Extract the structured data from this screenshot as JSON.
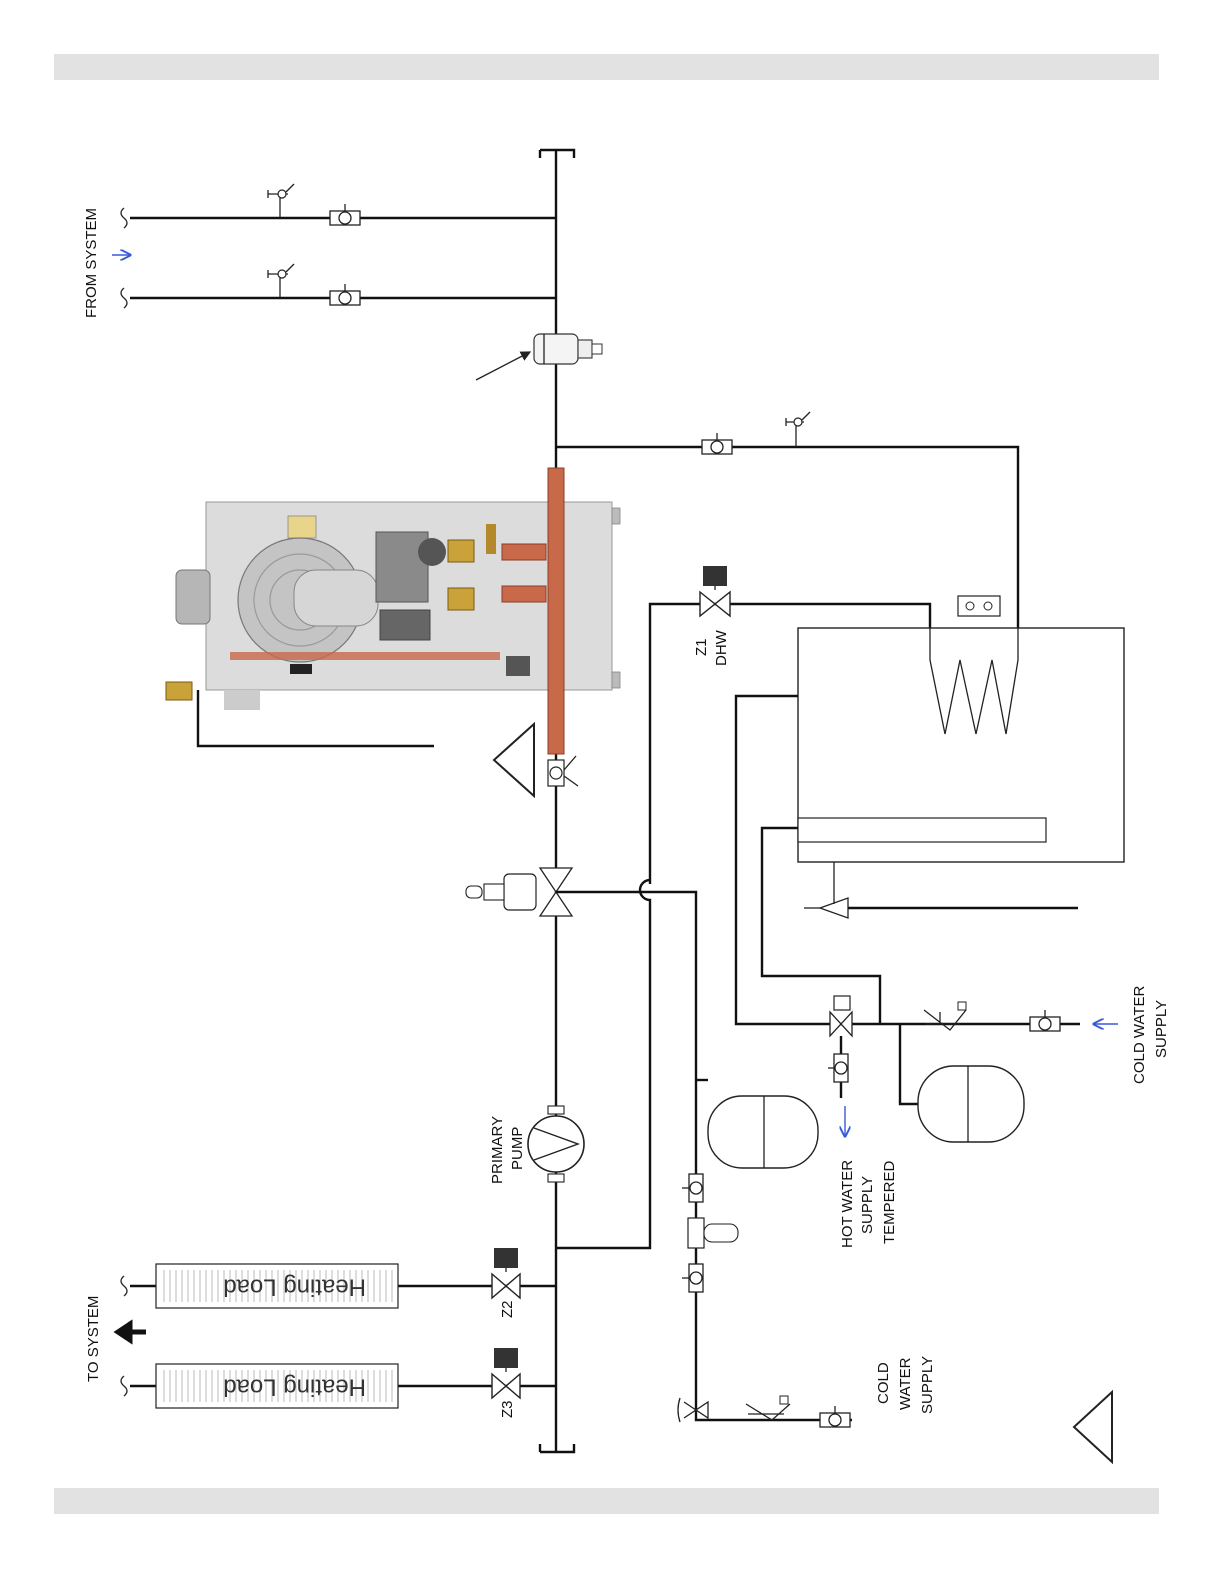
{
  "labels": {
    "from_system": "FROM SYSTEM",
    "to_system": "TO SYSTEM",
    "primary_pump": [
      "PRIMARY",
      "PUMP"
    ],
    "hot_water": [
      "HOT WATER",
      "SUPPLY",
      "TEMPERED"
    ],
    "cold_water_right": [
      "COLD WATER",
      "SUPPLY"
    ],
    "cold_water_left": [
      "COLD",
      "WATER",
      "SUPPLY"
    ],
    "zone_z1": [
      "Z1",
      "DHW"
    ],
    "zone_z2": "Z2",
    "zone_z3": "Z3",
    "heating_load_1": "Heating Load",
    "heating_load_2": "Heating Load"
  },
  "colors": {
    "pipe": "#111111",
    "copper": "#c8694a",
    "flow_arrow": "#3a5bd9",
    "boiler_panel": "#dcdcdc"
  }
}
